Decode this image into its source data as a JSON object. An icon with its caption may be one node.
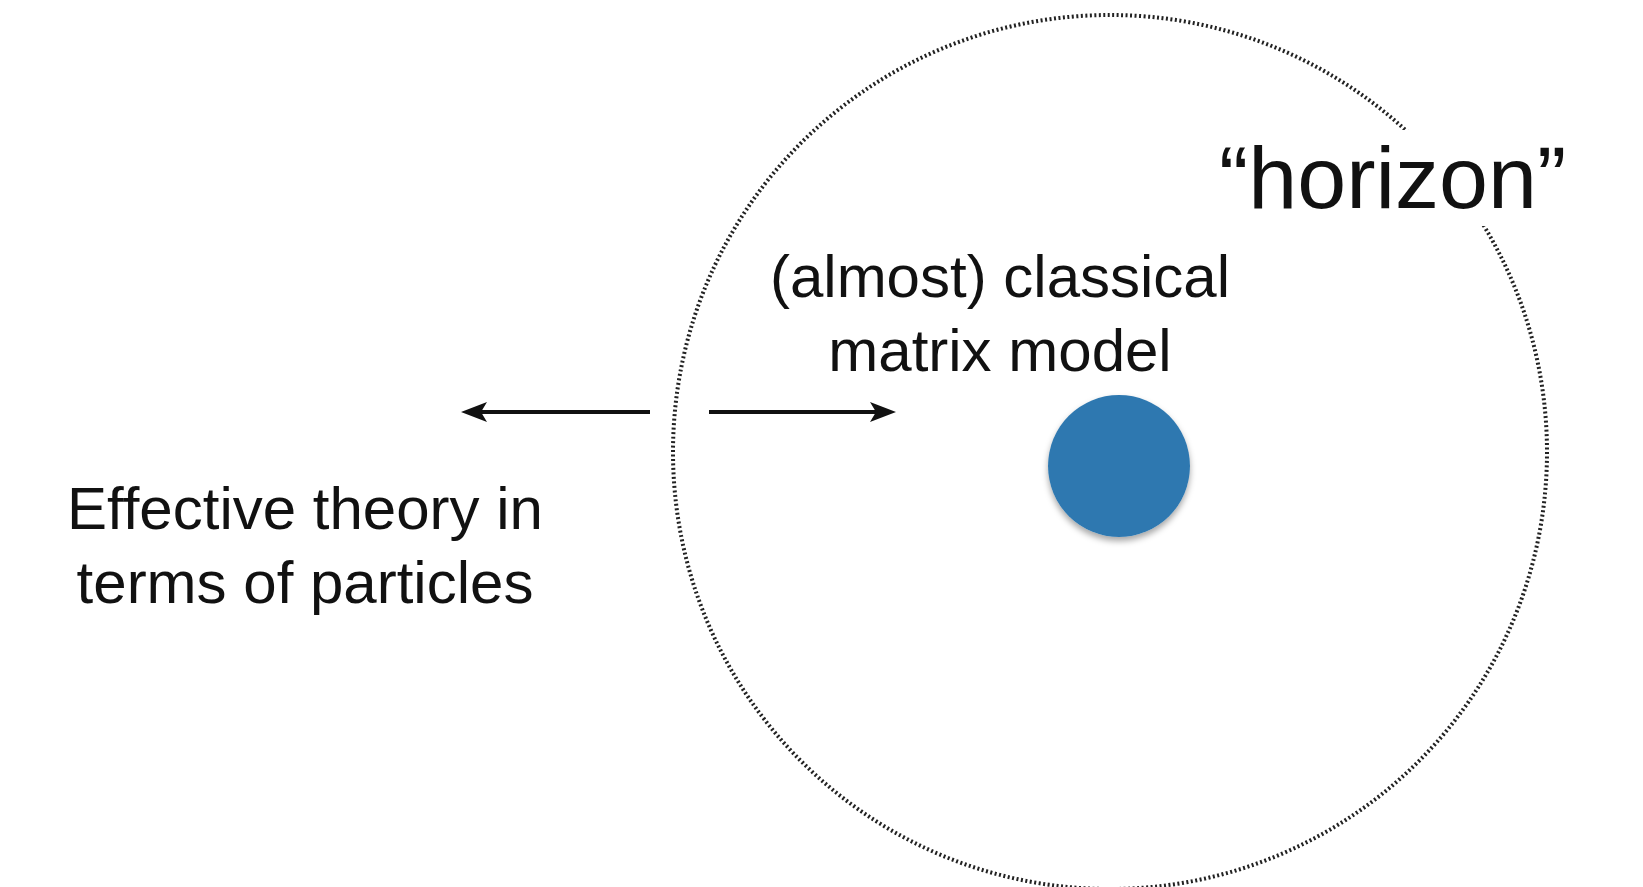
{
  "diagram": {
    "nodes": [
      {
        "text": [
          "“horizon”"
        ]
      },
      {
        "text": [],
        "shape": "circle",
        "in": 0
      }
    ],
    "edges": [],
    "labels": [
      "(almost) classical matrix model",
      "Effective theory in terms of particles"
    ]
  }
}
